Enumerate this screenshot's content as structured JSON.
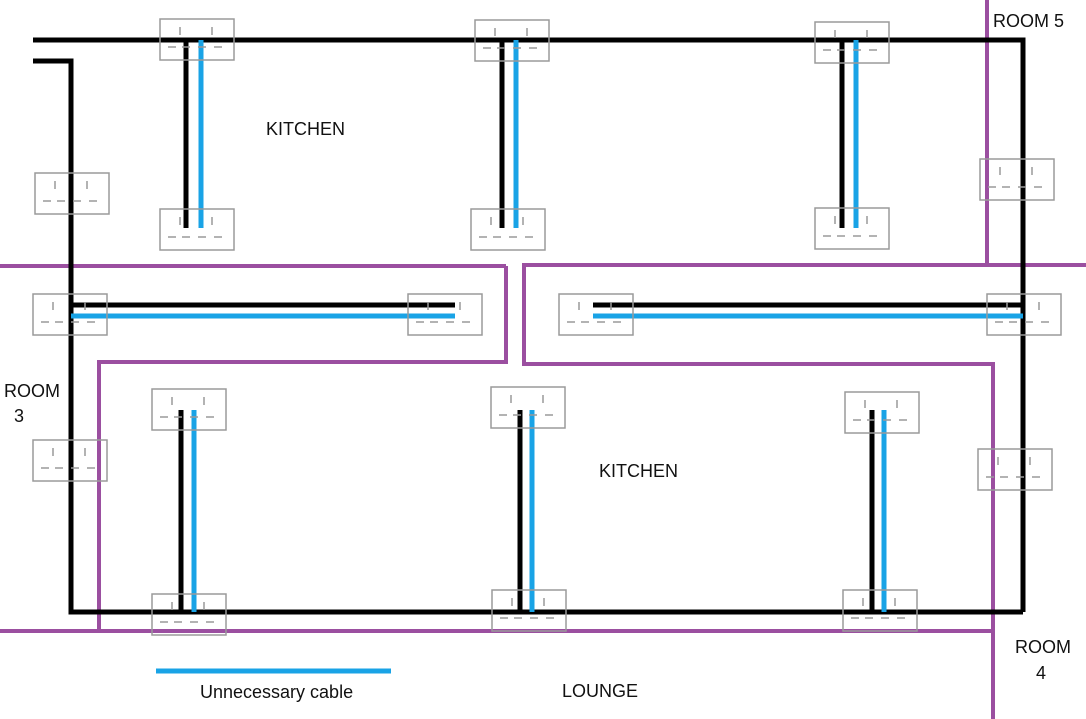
{
  "colors": {
    "ring_cable": "#000000",
    "unnecessary_cable": "#19a3e6",
    "room_boundary": "#9b4fa0",
    "socket_outline": "#9a9a9a",
    "socket_fill": "#ffffff"
  },
  "labels": {
    "kitchen_top": "KITCHEN",
    "kitchen_bottom": "KITCHEN",
    "room3_line1": "ROOM",
    "room3_line2": "3",
    "room4_line1": "ROOM",
    "room4_line2": "4",
    "room5": "ROOM 5",
    "lounge": "LOUNGE",
    "legend": "Unnecessary cable"
  },
  "sockets": [
    {
      "id": "kitchen-top-1"
    },
    {
      "id": "kitchen-top-2"
    },
    {
      "id": "kitchen-top-3"
    },
    {
      "id": "kitchen-top-4"
    },
    {
      "id": "kitchen-top-5"
    },
    {
      "id": "kitchen-top-6"
    },
    {
      "id": "left-wall-upper"
    },
    {
      "id": "room5-wall"
    },
    {
      "id": "corridor-left-1"
    },
    {
      "id": "corridor-left-2"
    },
    {
      "id": "corridor-right-1"
    },
    {
      "id": "corridor-right-2"
    },
    {
      "id": "kitchen-bottom-1"
    },
    {
      "id": "kitchen-bottom-2"
    },
    {
      "id": "kitchen-bottom-3"
    },
    {
      "id": "kitchen-bottom-4"
    },
    {
      "id": "kitchen-bottom-5"
    },
    {
      "id": "kitchen-bottom-6"
    },
    {
      "id": "room3-wall"
    },
    {
      "id": "room4-wall"
    }
  ]
}
